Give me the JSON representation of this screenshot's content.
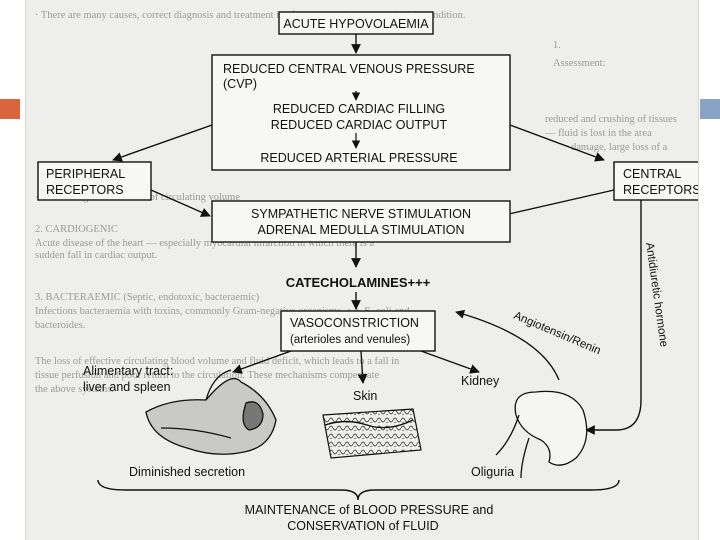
{
  "colors": {
    "accent_left": "#d9663c",
    "accent_right": "#88a3c4",
    "page": "#eeeeec"
  },
  "diagram": {
    "acute_hypovolaemia": "ACUTE HYPOVOLAEMIA",
    "main_box": {
      "line1": "REDUCED CENTRAL VENOUS PRESSURE",
      "line2": "(CVP)",
      "line3": "REDUCED CARDIAC FILLING",
      "line4": "REDUCED CARDIAC OUTPUT",
      "line5": "REDUCED ARTERIAL PRESSURE"
    },
    "peripheral_receptors": {
      "line1": "PERIPHERAL",
      "line2": "RECEPTORS"
    },
    "central_receptors": {
      "line1": "CENTRAL",
      "line2": "RECEPTORS"
    },
    "sympathetic_box": {
      "line1": "SYMPATHETIC NERVE STIMULATION",
      "line2": "ADRENAL MEDULLA STIMULATION"
    },
    "catecholamines": "CATECHOLAMINES+++",
    "vasoconstriction_box": {
      "line1": "VASOCONSTRICTION",
      "line2": "(arterioles and venules)"
    },
    "antidiuretic_hormone": "Antidiuretic hormone",
    "angiotensin_renin": "Angiotensin/Renin",
    "alimentary": {
      "line1": "Alimentary tract:",
      "line2": "liver and spleen"
    },
    "skin": "Skin",
    "kidney": "Kidney",
    "diminished_secretion": "Diminished secretion",
    "oliguria": "Oliguria",
    "maintenance": {
      "line1": "MAINTENANCE of BLOOD PRESSURE and",
      "line2": "CONSERVATION of FLUID"
    }
  }
}
